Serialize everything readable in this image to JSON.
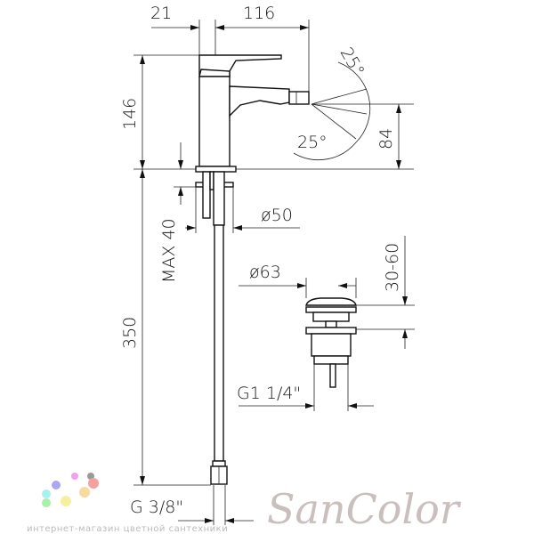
{
  "dimensions": {
    "offset_top": "21",
    "reach": "116",
    "height_total": "146",
    "spout_height": "84",
    "angle_up": "25°",
    "angle_down": "25°",
    "hole_diameter": "ø50",
    "max_deck": "MAX 40",
    "hose_length": "350",
    "drain_cap_diameter": "ø63",
    "drain_range": "30-60",
    "drain_thread": "G1 1/4\"",
    "hose_thread": "G 3/8\""
  },
  "watermark": {
    "brand": "SanColor",
    "tagline": "интернет-магазин цветной сантехники"
  }
}
